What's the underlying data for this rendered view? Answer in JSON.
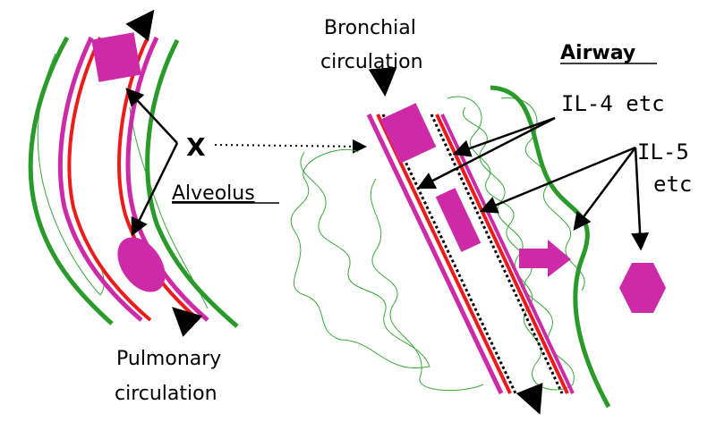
{
  "labels": {
    "x_marker": "X",
    "alveolus": "Alveolus",
    "pulmonary_line1": "Pulmonary",
    "pulmonary_line2": "circulation",
    "bronchial_line1": "Bronchial",
    "bronchial_line2": "circulation",
    "airway": "Airway",
    "il4": "IL-4 etc",
    "il5_line1": "IL-5",
    "il5_line2": "etc"
  },
  "colors": {
    "green": "#2a9a2a",
    "thin_green": "#3aa83a",
    "magenta": "#cc2aa6",
    "red": "#ee1b1b",
    "black": "#000000"
  }
}
